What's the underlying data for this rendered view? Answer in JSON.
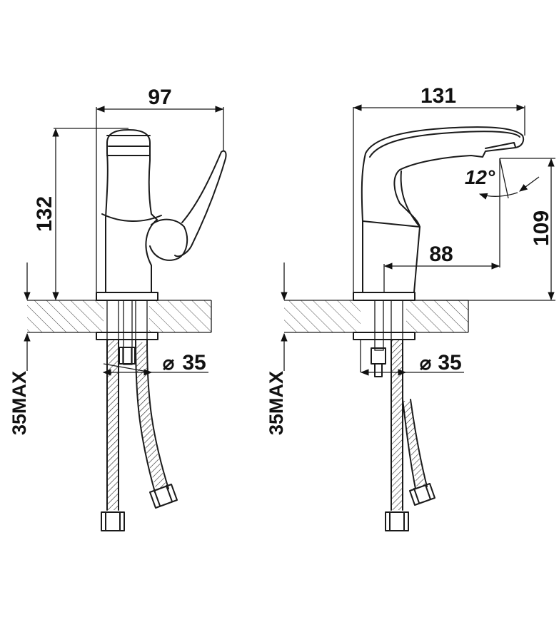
{
  "views": {
    "side": {
      "width_label": "97",
      "height_label": "132",
      "thickness_label": "35MAX",
      "hole_label": "35",
      "hole_symbol": "⌀"
    },
    "front": {
      "width_label": "131",
      "height_label": "109",
      "reach_label": "88",
      "angle_label": "12°",
      "thickness_label": "35MAX",
      "hole_label": "35",
      "hole_symbol": "⌀"
    }
  },
  "colors": {
    "line": "#1a1a1a",
    "background": "#ffffff"
  }
}
